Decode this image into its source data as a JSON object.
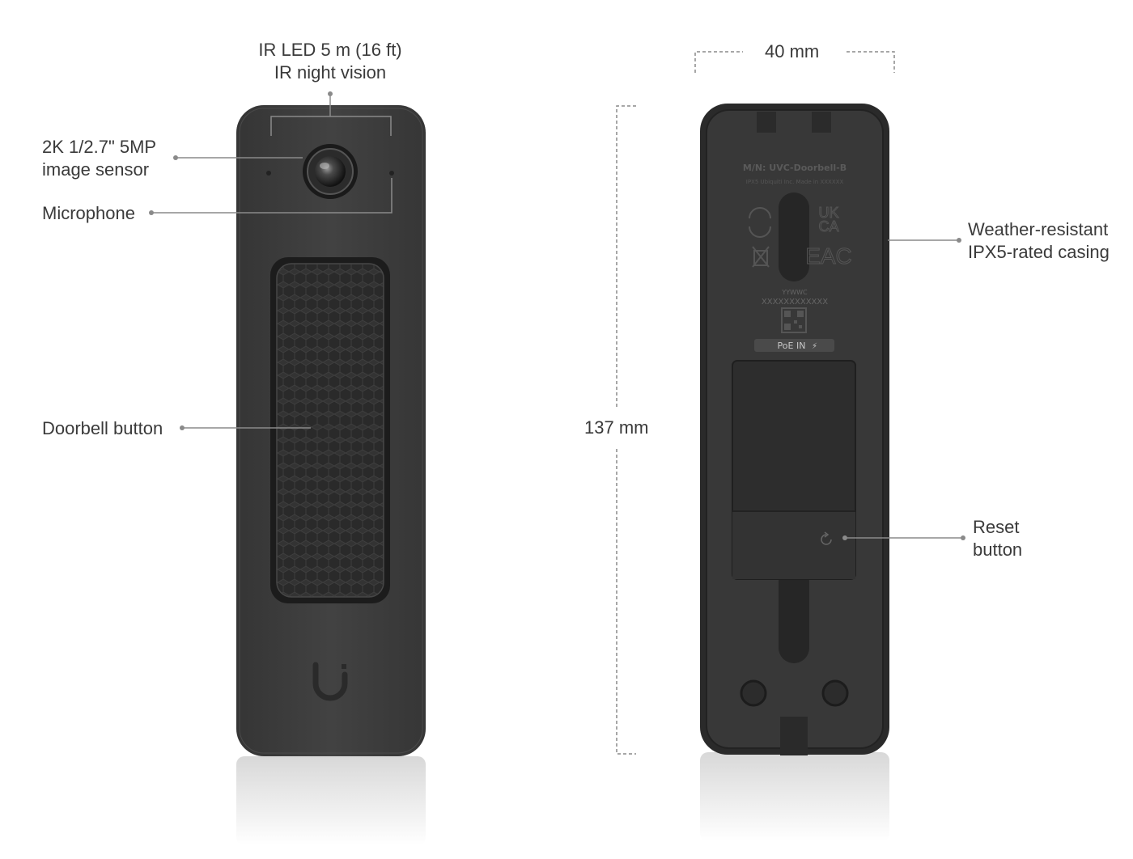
{
  "front": {
    "ir_led": {
      "line1": "IR LED 5 m (16 ft)",
      "line2": "IR night vision"
    },
    "image_sensor": {
      "line1": "2K 1/2.7\" 5MP",
      "line2": "image sensor"
    },
    "microphone": "Microphone",
    "doorbell_button": "Doorbell button"
  },
  "back": {
    "casing": {
      "line1": "Weather-resistant",
      "line2": "IPX5-rated casing"
    },
    "reset": {
      "line1": "Reset",
      "line2": "button"
    },
    "product_label": {
      "model": "M/N: UVC-Doorbell-B",
      "info": "IPX5   Ubiquiti Inc.   Made in XXXXXX",
      "date_code": "YYWWC",
      "serial": "XXXXXXXXXXXX",
      "poe": "PoE IN",
      "ukca_top": "UK",
      "ukca_bottom": "CA",
      "eac": "EAC"
    }
  },
  "dimensions": {
    "width": "40 mm",
    "height": "137 mm"
  },
  "colors": {
    "device_front": "#3d3d3d",
    "device_back": "#2e2e2e",
    "callout_line": "#8a8a8a",
    "text": "#3a3a3a"
  }
}
